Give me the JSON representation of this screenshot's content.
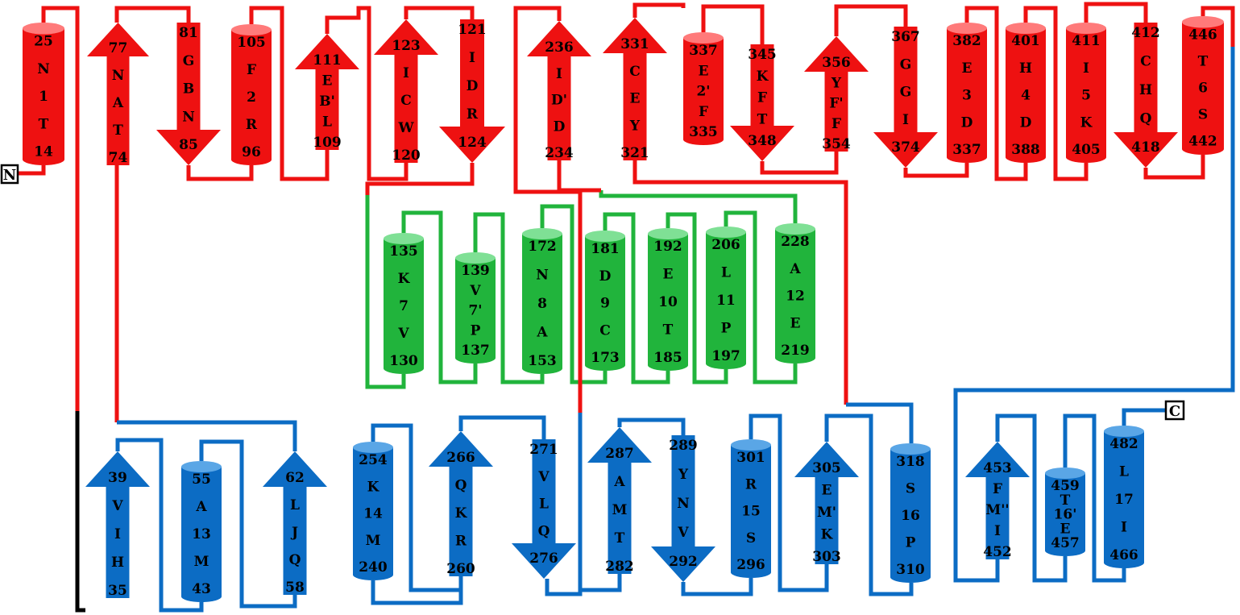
{
  "colors": {
    "red": "#ee1111",
    "green": "#21b43c",
    "blue": "#0c6cc4",
    "black": "#000000"
  },
  "terminals": {
    "n_label": "N",
    "c_label": "C"
  },
  "elements": [
    {
      "type": "helix",
      "color": "red",
      "lines": [
        "25",
        "N",
        "1",
        "T",
        "14"
      ]
    },
    {
      "type": "strand",
      "color": "red",
      "dir": "up",
      "lines": [
        "77",
        "N",
        "A",
        "T",
        "74"
      ]
    },
    {
      "type": "strand",
      "color": "red",
      "dir": "down",
      "lines": [
        "81",
        "G",
        "B",
        "N",
        "85"
      ]
    },
    {
      "type": "helix",
      "color": "red",
      "lines": [
        "105",
        "F",
        "2",
        "R",
        "96"
      ]
    },
    {
      "type": "strand",
      "color": "red",
      "dir": "up",
      "lines": [
        "111",
        "E",
        "B'",
        "L",
        "109"
      ]
    },
    {
      "type": "strand",
      "color": "red",
      "dir": "up",
      "lines": [
        "123",
        "I",
        "C",
        "W",
        "120"
      ]
    },
    {
      "type": "strand",
      "color": "red",
      "dir": "down",
      "lines": [
        "121",
        "I",
        "D",
        "R",
        "124"
      ]
    },
    {
      "type": "strand",
      "color": "red",
      "dir": "up",
      "lines": [
        "236",
        "I",
        "D'",
        "D",
        "234"
      ]
    },
    {
      "type": "strand",
      "color": "red",
      "dir": "up",
      "lines": [
        "331",
        "C",
        "E",
        "Y",
        "321"
      ]
    },
    {
      "type": "helix",
      "color": "red",
      "lines": [
        "337",
        "E",
        "2'",
        "F",
        "335"
      ]
    },
    {
      "type": "strand",
      "color": "red",
      "dir": "down",
      "lines": [
        "345",
        "K",
        "F",
        "T",
        "348"
      ]
    },
    {
      "type": "strand",
      "color": "red",
      "dir": "up",
      "lines": [
        "356",
        "Y",
        "F'",
        "F",
        "354"
      ]
    },
    {
      "type": "strand",
      "color": "red",
      "dir": "down",
      "lines": [
        "367",
        "G",
        "G",
        "I",
        "374"
      ]
    },
    {
      "type": "helix",
      "color": "red",
      "lines": [
        "382",
        "E",
        "3",
        "D",
        "337"
      ]
    },
    {
      "type": "helix",
      "color": "red",
      "lines": [
        "401",
        "H",
        "4",
        "D",
        "388"
      ]
    },
    {
      "type": "helix",
      "color": "red",
      "lines": [
        "411",
        "I",
        "5",
        "K",
        "405"
      ]
    },
    {
      "type": "strand",
      "color": "red",
      "dir": "down",
      "lines": [
        "412",
        "C",
        "H",
        "Q",
        "418"
      ]
    },
    {
      "type": "helix",
      "color": "red",
      "lines": [
        "446",
        "T",
        "6",
        "S",
        "442"
      ]
    },
    {
      "type": "helix",
      "color": "green",
      "lines": [
        "135",
        "K",
        "7",
        "V",
        "130"
      ]
    },
    {
      "type": "helix",
      "color": "green",
      "lines": [
        "139",
        "V",
        "7'",
        "P",
        "137"
      ]
    },
    {
      "type": "helix",
      "color": "green",
      "lines": [
        "172",
        "N",
        "8",
        "A",
        "153"
      ]
    },
    {
      "type": "helix",
      "color": "green",
      "lines": [
        "181",
        "D",
        "9",
        "C",
        "173"
      ]
    },
    {
      "type": "helix",
      "color": "green",
      "lines": [
        "192",
        "E",
        "10",
        "T",
        "185"
      ]
    },
    {
      "type": "helix",
      "color": "green",
      "lines": [
        "206",
        "L",
        "11",
        "P",
        "197"
      ]
    },
    {
      "type": "helix",
      "color": "green",
      "lines": [
        "228",
        "A",
        "12",
        "E",
        "219"
      ]
    },
    {
      "type": "strand",
      "color": "blue",
      "dir": "up",
      "lines": [
        "39",
        "V",
        "I",
        "H",
        "35"
      ]
    },
    {
      "type": "helix",
      "color": "blue",
      "lines": [
        "55",
        "A",
        "13",
        "M",
        "43"
      ]
    },
    {
      "type": "strand",
      "color": "blue",
      "dir": "up",
      "lines": [
        "62",
        "L",
        "J",
        "Q",
        "58"
      ]
    },
    {
      "type": "helix",
      "color": "blue",
      "lines": [
        "254",
        "K",
        "14",
        "M",
        "240"
      ]
    },
    {
      "type": "strand",
      "color": "blue",
      "dir": "up",
      "lines": [
        "266",
        "Q",
        "K",
        "R",
        "260"
      ]
    },
    {
      "type": "strand",
      "color": "blue",
      "dir": "down",
      "lines": [
        "271",
        "V",
        "L",
        "Q",
        "276"
      ]
    },
    {
      "type": "strand",
      "color": "blue",
      "dir": "up",
      "lines": [
        "287",
        "A",
        "M",
        "T",
        "282"
      ]
    },
    {
      "type": "strand",
      "color": "blue",
      "dir": "down",
      "lines": [
        "289",
        "Y",
        "N",
        "V",
        "292"
      ]
    },
    {
      "type": "helix",
      "color": "blue",
      "lines": [
        "301",
        "R",
        "15",
        "S",
        "296"
      ]
    },
    {
      "type": "strand",
      "color": "blue",
      "dir": "up",
      "lines": [
        "305",
        "E",
        "M'",
        "K",
        "303"
      ]
    },
    {
      "type": "helix",
      "color": "blue",
      "lines": [
        "318",
        "S",
        "16",
        "P",
        "310"
      ]
    },
    {
      "type": "strand",
      "color": "blue",
      "dir": "up",
      "lines": [
        "453",
        "F",
        "M''",
        "I",
        "452"
      ]
    },
    {
      "type": "helix",
      "color": "blue",
      "lines": [
        "459",
        "T",
        "16'",
        "E",
        "457"
      ]
    },
    {
      "type": "helix",
      "color": "blue",
      "lines": [
        "482",
        "L",
        "17",
        "I",
        "466"
      ]
    }
  ]
}
